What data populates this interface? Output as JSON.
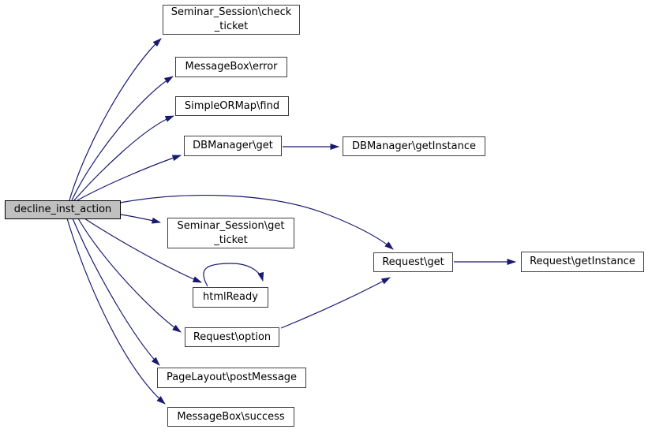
{
  "graph": {
    "type": "call-graph",
    "colors": {
      "edge": "#191970",
      "node_border": "#404040",
      "node_fill": "#ffffff",
      "main_node_fill": "#c0c0c0",
      "background": "#ffffff"
    },
    "nodes": [
      {
        "id": "decline_inst_action",
        "label": "decline_inst_action",
        "main": true
      },
      {
        "id": "seminar_session_check_ticket",
        "label": "Seminar_Session\\check\n_ticket"
      },
      {
        "id": "messagebox_error",
        "label": "MessageBox\\error"
      },
      {
        "id": "simpleormap_find",
        "label": "SimpleORMap\\find"
      },
      {
        "id": "dbmanager_get",
        "label": "DBManager\\get"
      },
      {
        "id": "dbmanager_getinstance",
        "label": "DBManager\\getInstance"
      },
      {
        "id": "seminar_session_get_ticket",
        "label": "Seminar_Session\\get\n_ticket"
      },
      {
        "id": "htmlready",
        "label": "htmlReady"
      },
      {
        "id": "request_option",
        "label": "Request\\option"
      },
      {
        "id": "pagelayout_postmessage",
        "label": "PageLayout\\postMessage"
      },
      {
        "id": "messagebox_success",
        "label": "MessageBox\\success"
      },
      {
        "id": "request_get",
        "label": "Request\\get"
      },
      {
        "id": "request_getinstance",
        "label": "Request\\getInstance"
      }
    ],
    "edges": [
      {
        "from": "decline_inst_action",
        "to": "seminar_session_check_ticket"
      },
      {
        "from": "decline_inst_action",
        "to": "messagebox_error"
      },
      {
        "from": "decline_inst_action",
        "to": "simpleormap_find"
      },
      {
        "from": "decline_inst_action",
        "to": "dbmanager_get"
      },
      {
        "from": "decline_inst_action",
        "to": "seminar_session_get_ticket"
      },
      {
        "from": "decline_inst_action",
        "to": "htmlready"
      },
      {
        "from": "decline_inst_action",
        "to": "request_option"
      },
      {
        "from": "decline_inst_action",
        "to": "pagelayout_postmessage"
      },
      {
        "from": "decline_inst_action",
        "to": "messagebox_success"
      },
      {
        "from": "decline_inst_action",
        "to": "request_get"
      },
      {
        "from": "dbmanager_get",
        "to": "dbmanager_getinstance"
      },
      {
        "from": "htmlready",
        "to": "htmlready"
      },
      {
        "from": "request_option",
        "to": "request_get"
      },
      {
        "from": "request_get",
        "to": "request_getinstance"
      }
    ]
  }
}
